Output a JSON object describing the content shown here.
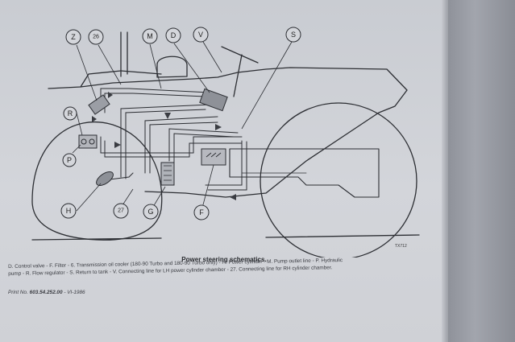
{
  "diagram": {
    "callouts": [
      "Z",
      "26",
      "M",
      "D",
      "V",
      "S",
      "R",
      "P",
      "H",
      "27",
      "G",
      "F"
    ],
    "figure_ref": "TX712"
  },
  "caption": {
    "title": "Power steering schematics.",
    "legend_line1": "D. Control valve - F. Filter - 6. Transmission oil cooler (180-90 Turbo and 180-90 Turbo only) - H. Power cylinder - M. Pump outlet line - P. Hydraulic",
    "legend_line2": "pump - R. Flow regulator - S. Return to tank - V. Connecting line for LH power cylinder chamber - 27. Connecting line for RH cylinder chamber."
  },
  "footer": {
    "print_label": "Print No.",
    "print_number": "603.54.252.00",
    "print_date": "- VI-1986"
  }
}
